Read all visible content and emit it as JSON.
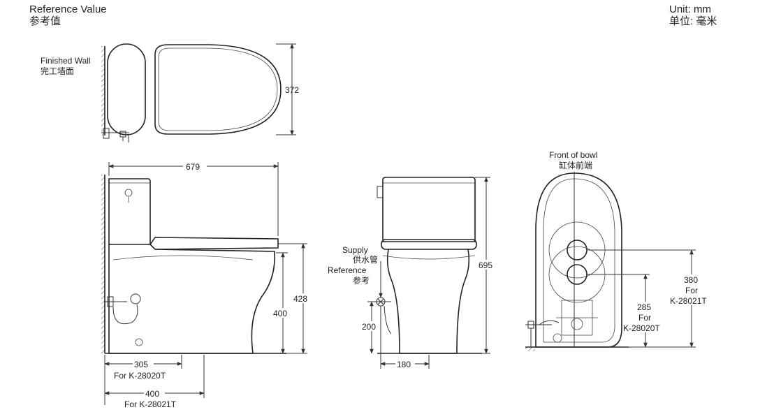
{
  "header": {
    "reference_en": "Reference Value",
    "reference_cn": "参考值",
    "unit_en": "Unit: mm",
    "unit_cn": "单位: 毫米"
  },
  "top_view": {
    "wall_label_en": "Finished Wall",
    "wall_label_cn": "完工墙面",
    "depth_dim": "372"
  },
  "side_view": {
    "length_dim": "679",
    "seat_height_dim": "428",
    "rim_height_dim": "400",
    "rough_in_1": "305",
    "rough_in_1_for": "For K-28020T",
    "rough_in_2": "400",
    "rough_in_2_for": "For K-28021T"
  },
  "front_view": {
    "supply_en": "Supply",
    "supply_cn": "供水管",
    "reference_en": "Reference",
    "reference_cn": "参考",
    "height_dim": "695",
    "supply_height_dim": "200",
    "supply_offset_dim": "180"
  },
  "bottom_view": {
    "front_en": "Front of bowl",
    "front_cn": "缸体前端",
    "dim_a": "380",
    "dim_a_for": "For",
    "dim_a_model": "K-28021T",
    "dim_b": "285",
    "dim_b_for": "For",
    "dim_b_model": "K-28020T"
  }
}
